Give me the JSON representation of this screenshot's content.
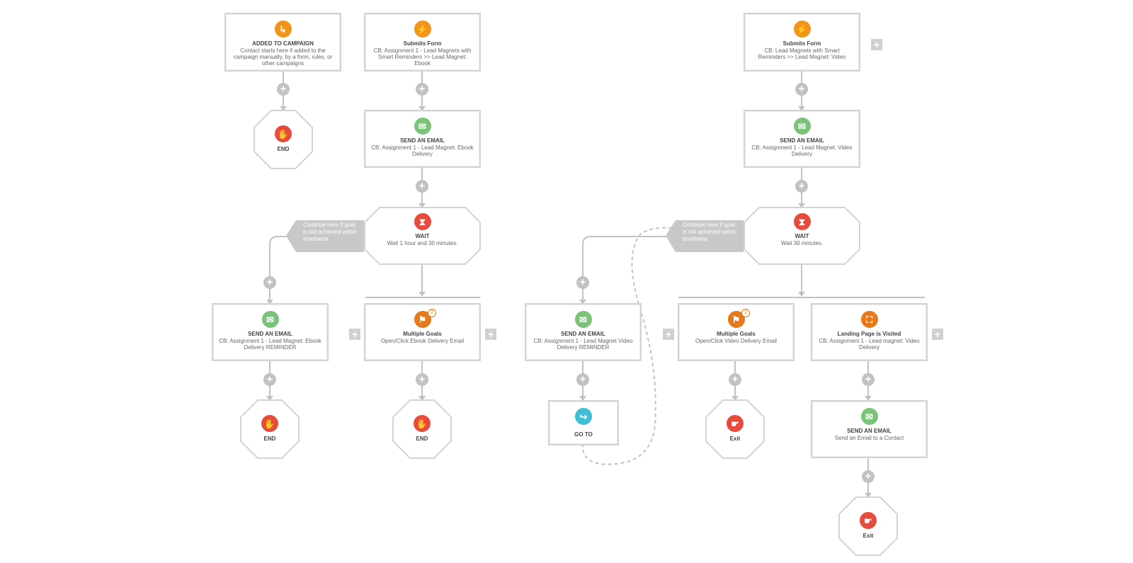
{
  "nodes": {
    "added_campaign": {
      "title": "ADDED TO CAMPAIGN",
      "desc": "Contact starts here if added to the campaign manually, by a form, rules, or other campaigns"
    },
    "form_ebook": {
      "title": "Submits Form",
      "desc": "CB: Assignment 1 - Lead Magnets with Smart Reminders >> Lead Magnet: Ebook"
    },
    "form_video": {
      "title": "Submits Form",
      "desc": "CB: Lead Magnets with Smart Reminders >> Lead Magnet: Video"
    },
    "email_ebook": {
      "title": "SEND AN EMAIL",
      "desc": "CB: Assignment 1 - Lead Magnet: Ebook Delivery"
    },
    "email_video": {
      "title": "SEND AN EMAIL",
      "desc": "CB: Assignment 1 - Lead Magnet: Video Delivery"
    },
    "wait_ebook": {
      "title": "WAIT",
      "desc": "Wait 1 hour and 30 minutes."
    },
    "wait_video": {
      "title": "WAIT",
      "desc": "Wait 30 minutes."
    },
    "email_ebook_reminder": {
      "title": "SEND AN EMAIL",
      "desc": "CB: Assignment 1 - Lead Magnet: Ebook Delivery REMINDER"
    },
    "goals_ebook": {
      "title": "Multiple Goals",
      "desc": "Open/Click Ebook Delivery Email",
      "badge": "2"
    },
    "email_video_reminder": {
      "title": "SEND AN EMAIL",
      "desc": "CB: Assignment 1 - Lead Magnet Video Delivery REMINDER"
    },
    "goals_video": {
      "title": "Multiple Goals",
      "desc": "Open/Click Video Delivery Email",
      "badge": "2"
    },
    "landing_page": {
      "title": "Landing Page is Visited",
      "desc": "CB: Assignment 1 - Lead magnet: Video Delivery"
    },
    "email_contact": {
      "title": "SEND AN EMAIL",
      "desc": "Send an Email to a Contact"
    }
  },
  "terminals": {
    "end_1": "END",
    "end_2": "END",
    "end_3": "END",
    "goto": "GO TO",
    "exit_1": "Exit",
    "exit_2": "Exit"
  },
  "tags": {
    "continue_ebook": "Continue here if goal is not achieved within timeframe",
    "continue_video": "Continue here if goal is not achieved within timeframe"
  },
  "symbols": {
    "plus": "+"
  },
  "icons": {
    "added_campaign": "enter-arrow-icon",
    "submits_form": "lightning-icon",
    "send_email": "email-icon",
    "wait": "hourglass-icon",
    "goals": "flag-icon",
    "landing_page": "page-visit-icon",
    "end": "stop-hand-icon",
    "exit": "exit-hand-icon",
    "goto": "goto-arrow-icon"
  },
  "colors": {
    "email": "#7cc37a",
    "trigger": "#f2931a",
    "wait_end": "#e64b3c",
    "goto": "#3ebfd6",
    "goal": "#e5791c",
    "connector": "#c2c2c2"
  }
}
